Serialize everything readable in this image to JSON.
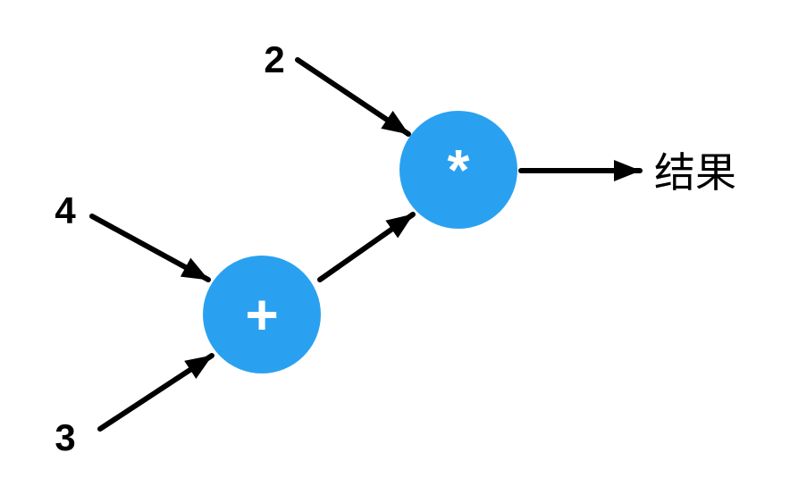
{
  "diagram": {
    "colors": {
      "node_fill": "#2AA1F0",
      "node_text": "#ffffff",
      "arrow": "#000000",
      "label_text": "#000000",
      "background": "#ffffff"
    },
    "inputs": [
      {
        "label": "2"
      },
      {
        "label": "4"
      },
      {
        "label": "3"
      }
    ],
    "nodes": [
      {
        "label": "*"
      },
      {
        "label": "+"
      }
    ],
    "output": {
      "label": "结果"
    },
    "edges": [
      {
        "from": "2",
        "to": "*"
      },
      {
        "from": "4",
        "to": "+"
      },
      {
        "from": "3",
        "to": "+"
      },
      {
        "from": "+",
        "to": "*"
      },
      {
        "from": "*",
        "to": "结果"
      }
    ]
  }
}
